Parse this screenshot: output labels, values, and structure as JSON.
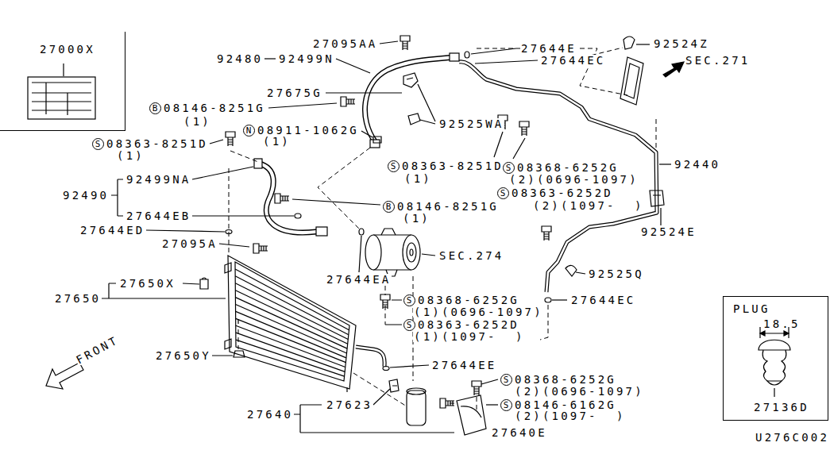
{
  "diagram": {
    "nodes": [
      {
        "text": [
          "27000X"
        ]
      },
      {
        "text": [
          "B"
        ]
      },
      {
        "text": [
          "N"
        ]
      },
      {
        "text": [
          "S"
        ]
      },
      {
        "text": [
          "S"
        ]
      },
      {
        "text": [
          "S"
        ]
      },
      {
        "text": [
          "S"
        ]
      },
      {
        "text": [
          "B"
        ]
      },
      {
        "text": [
          "PLUG",
          "18.5",
          "27136D"
        ]
      },
      {
        "text": [
          "S"
        ]
      },
      {
        "text": [
          "S"
        ]
      },
      {
        "text": [
          "S"
        ]
      },
      {
        "text": [
          "S"
        ]
      }
    ],
    "labels": [
      "27095AA",
      "92524Z",
      "27644E",
      "92499N",
      "27644EC",
      "92480",
      "SEC.271",
      "27675G",
      "08146-8251G",
      "(1)",
      "92525WA",
      "08911-1062G",
      "(1)",
      "08363-8251D",
      "(1)",
      "92440",
      "08363-8251D",
      "08368-6252G",
      "(1)",
      "(2)(0696-1097)",
      "92499NA",
      "08363-6252D",
      "92490",
      "(2)(1097-  )",
      "08146-8251G",
      "27644EB",
      "(1)",
      "27644ED",
      "92524E",
      "27095A",
      "SEC.274",
      "92525Q",
      "27644EA",
      "27650X",
      "27650",
      "08368-6252G",
      "27644EC",
      "(1)(0696-1097)",
      "08363-6252D",
      "(1)(1097-  )",
      "27650Y",
      "FRONT",
      "27644EE",
      "08368-6252G",
      "(2)(0696-1097)",
      "08146-6162G",
      "27623",
      "(2)(1097-  )",
      "27640",
      "27640E",
      "U276C002"
    ]
  }
}
